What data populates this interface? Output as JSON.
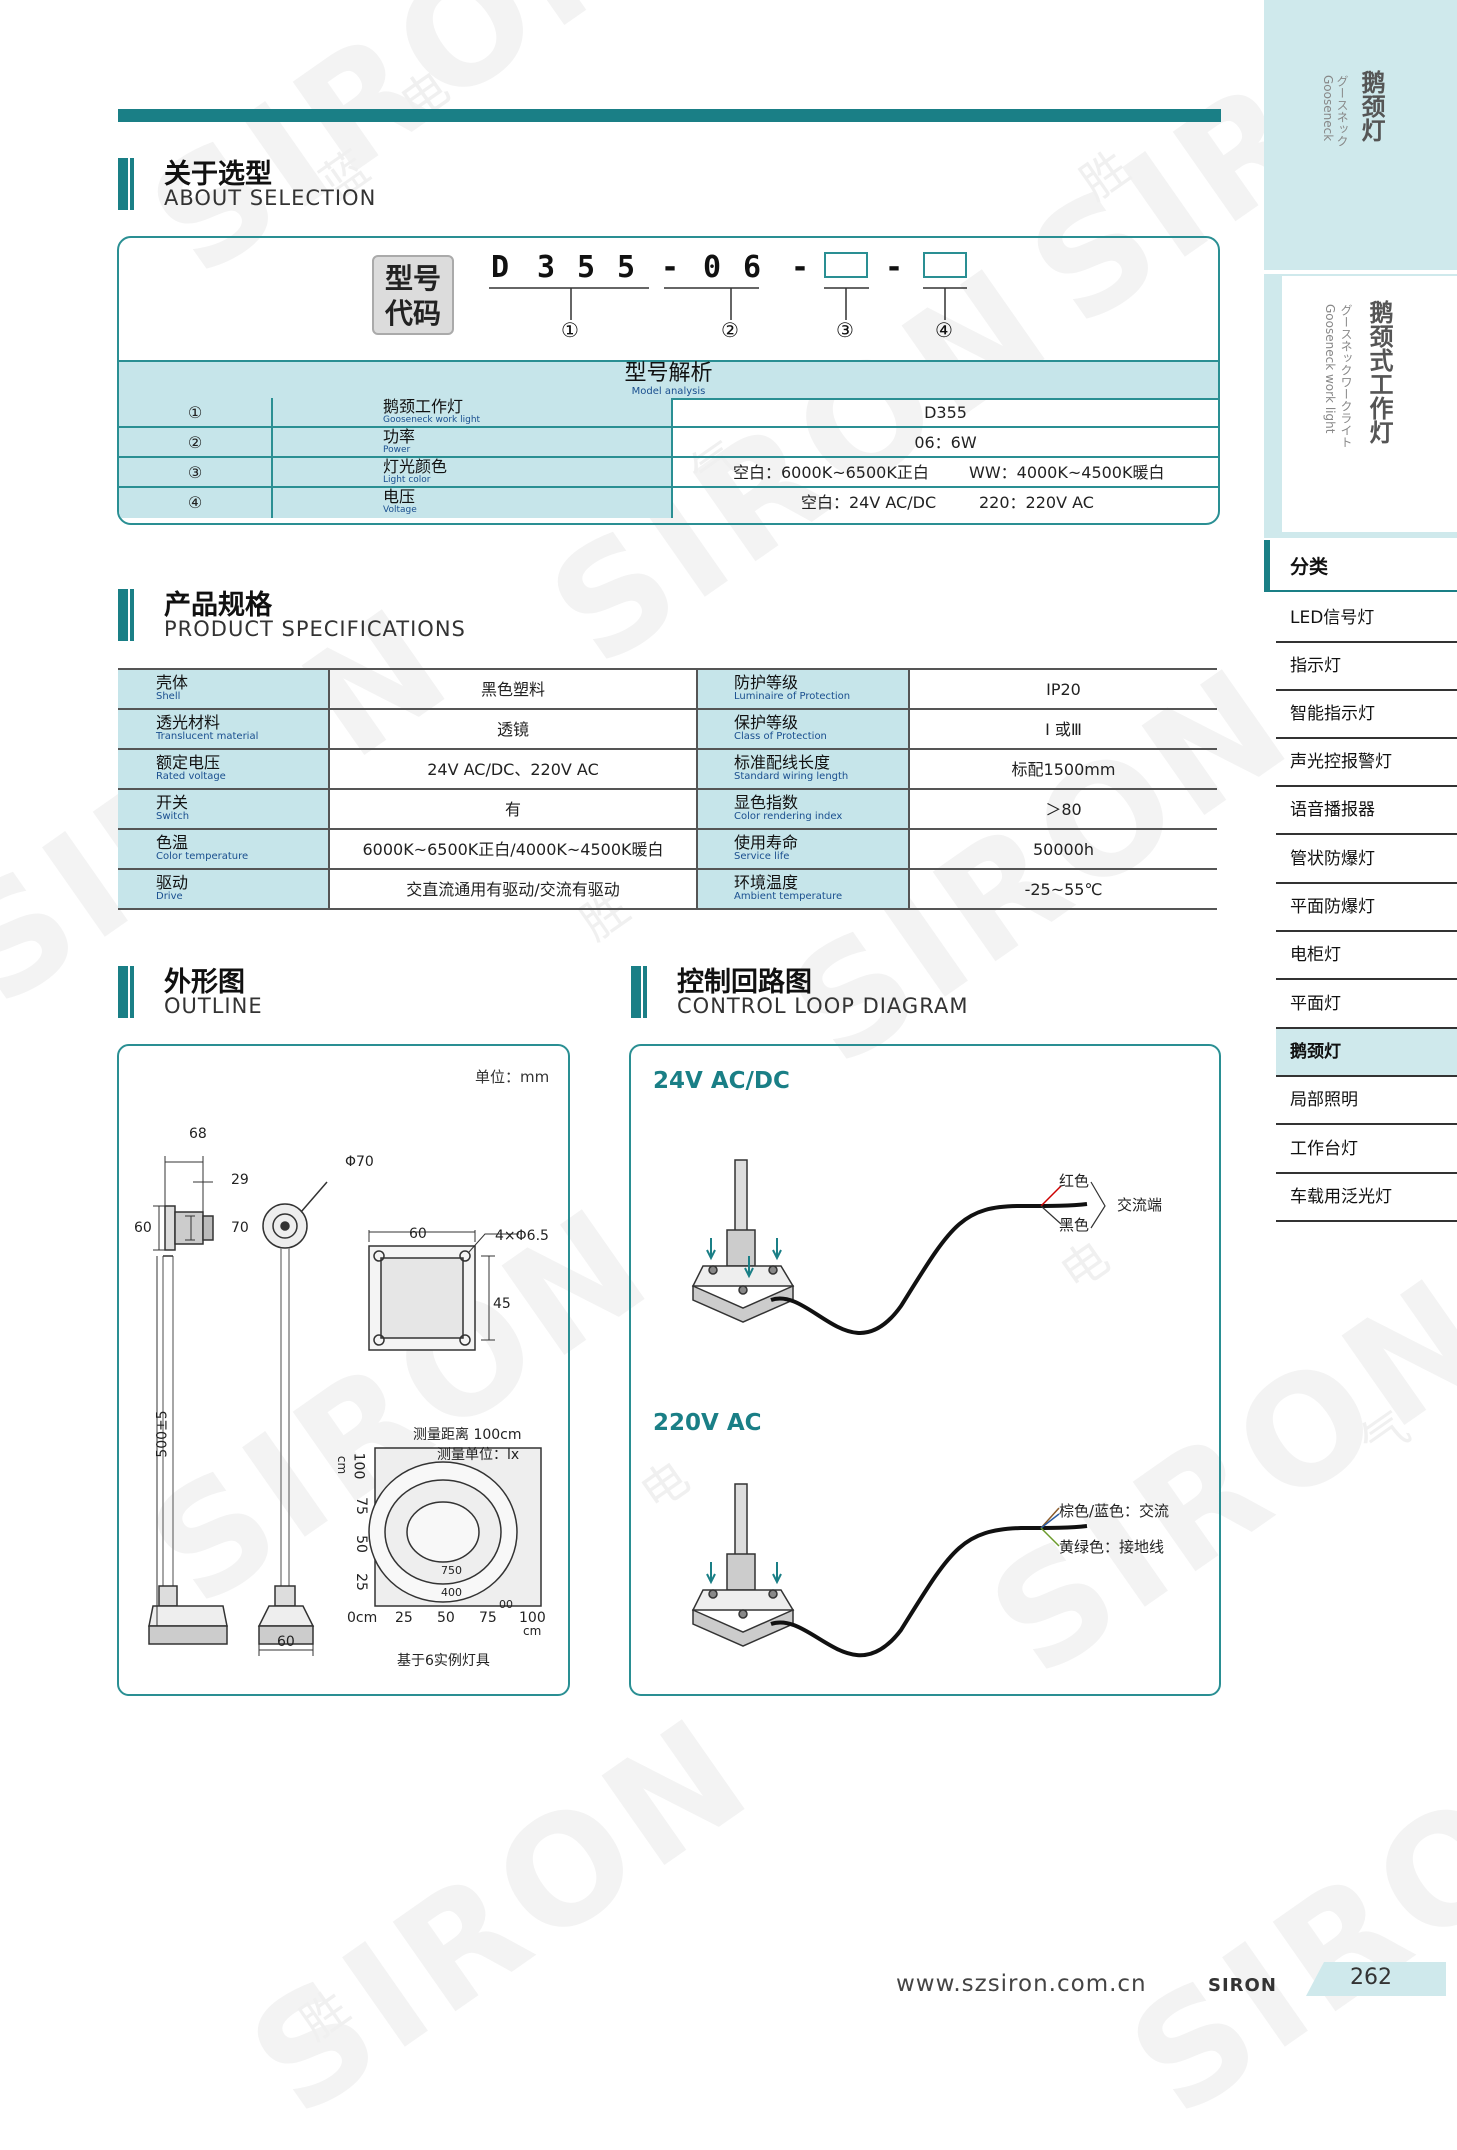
{
  "watermark": {
    "brand": "SIRON",
    "chars": [
      "胜",
      "蓝",
      "电",
      "气"
    ]
  },
  "sidebar": {
    "series_zh": "鹅颈灯",
    "series_jp": "グースネック",
    "series_en": "Gooseneck",
    "sub_zh": "鹅颈式工作灯",
    "sub_jp": "グースネックワークライト",
    "sub_en": "Gooseneck work light",
    "category_title": "分类",
    "categories": [
      "LED信号灯",
      "指示灯",
      "智能指示灯",
      "声光控报警灯",
      "语音播报器",
      "管状防爆灯",
      "平面防爆灯",
      "电柜灯",
      "平面灯",
      "鹅颈灯",
      "局部照明",
      "工作台灯",
      "车载用泛光灯"
    ],
    "active_category": "鹅颈灯"
  },
  "sections": {
    "selection": {
      "zh": "关于选型",
      "en": "ABOUT SELECTION"
    },
    "specs": {
      "zh": "产品规格",
      "en": "PRODUCT SPECIFICATIONS"
    },
    "outline": {
      "zh": "外形图",
      "en": "OUTLINE"
    },
    "control": {
      "zh": "控制回路图",
      "en": "CONTROL LOOP DIAGRAM"
    }
  },
  "model_code": {
    "badge_line1": "型号",
    "badge_line2": "代码",
    "chars": [
      "D",
      "3",
      "5",
      "5",
      "-",
      "0",
      "6",
      "-",
      "-"
    ],
    "markers": [
      "①",
      "②",
      "③",
      "④"
    ]
  },
  "model_analysis": {
    "title_zh": "型号解析",
    "title_en": "Model analysis",
    "rows": [
      {
        "num": "①",
        "label_zh": "鹅颈工作灯",
        "label_en": "Gooseneck work light",
        "value": "D355"
      },
      {
        "num": "②",
        "label_zh": "功率",
        "label_en": "Power",
        "value": "06：6W"
      },
      {
        "num": "③",
        "label_zh": "灯光颜色",
        "label_en": "Light color",
        "value_a": "空白：6000K~6500K正白",
        "value_b": "WW：4000K~4500K暖白"
      },
      {
        "num": "④",
        "label_zh": "电压",
        "label_en": "Voltage",
        "value_a": "空白：24V AC/DC",
        "value_b": "220：220V AC"
      }
    ]
  },
  "spec_table": [
    {
      "l_zh": "壳体",
      "l_en": "Shell",
      "l_val": "黑色塑料",
      "r_zh": "防护等级",
      "r_en": "Luminaire  of  Protection",
      "r_val": "IP20"
    },
    {
      "l_zh": "透光材料",
      "l_en": "Translucent material",
      "l_val": "透镜",
      "r_zh": "保护等级",
      "r_en": "Class of Protection",
      "r_val": "I 或Ⅲ"
    },
    {
      "l_zh": "额定电压",
      "l_en": "Rated voltage",
      "l_val": "24V AC/DC、220V AC",
      "r_zh": "标准配线长度",
      "r_en": "Standard wiring length",
      "r_val": "标配1500mm"
    },
    {
      "l_zh": "开关",
      "l_en": "Switch",
      "l_val": "有",
      "r_zh": "显色指数",
      "r_en": "Color rendering index",
      "r_val": "＞80"
    },
    {
      "l_zh": "色温",
      "l_en": "Color temperature",
      "l_val": "6000K~6500K正白/4000K~4500K暖白",
      "r_zh": "使用寿命",
      "r_en": "Service life",
      "r_val": "50000h"
    },
    {
      "l_zh": "驱动",
      "l_en": "Drive",
      "l_val": "交直流通用有驱动/交流有驱动",
      "r_zh": "环境温度",
      "r_en": "Ambient temperature",
      "r_val": "-25~55℃"
    }
  ],
  "outline": {
    "unit": "单位：mm",
    "dims": {
      "w68": "68",
      "d29": "29",
      "h60": "60",
      "h70": "70",
      "phi70": "Φ70",
      "base60": "60",
      "len": "500±5",
      "plate60": "60",
      "holes": "4×Φ6.5",
      "plate45": "45"
    },
    "photometry": {
      "distance": "测量距离 100cm",
      "unit": "测量单位：lx",
      "y_ticks": [
        "100",
        "75",
        "50",
        "25"
      ],
      "y_unit": "cm",
      "x_ticks": [
        "0cm",
        "25",
        "50",
        "75",
        "100"
      ],
      "x_unit": "cm",
      "contours": [
        "750",
        "400",
        "00"
      ],
      "caption": "基于6实例灯具"
    }
  },
  "control": {
    "ac_dc_label": "24V AC/DC",
    "ac_dc_wire1": "红色",
    "ac_dc_wire2": "黑色",
    "ac_dc_terminal": "交流端",
    "ac_label": "220V AC",
    "ac_wire1": "棕色/蓝色：交流",
    "ac_wire2": "黄绿色：接地线"
  },
  "footer": {
    "url": "www.szsiron.com.cn",
    "logo": "SIRON",
    "page": "262"
  },
  "colors": {
    "accent": "#1a7f86",
    "table_fill": "#c6e5ea",
    "sidebar_fill": "#cfe9ec",
    "label_en": "#1a4f8f"
  }
}
